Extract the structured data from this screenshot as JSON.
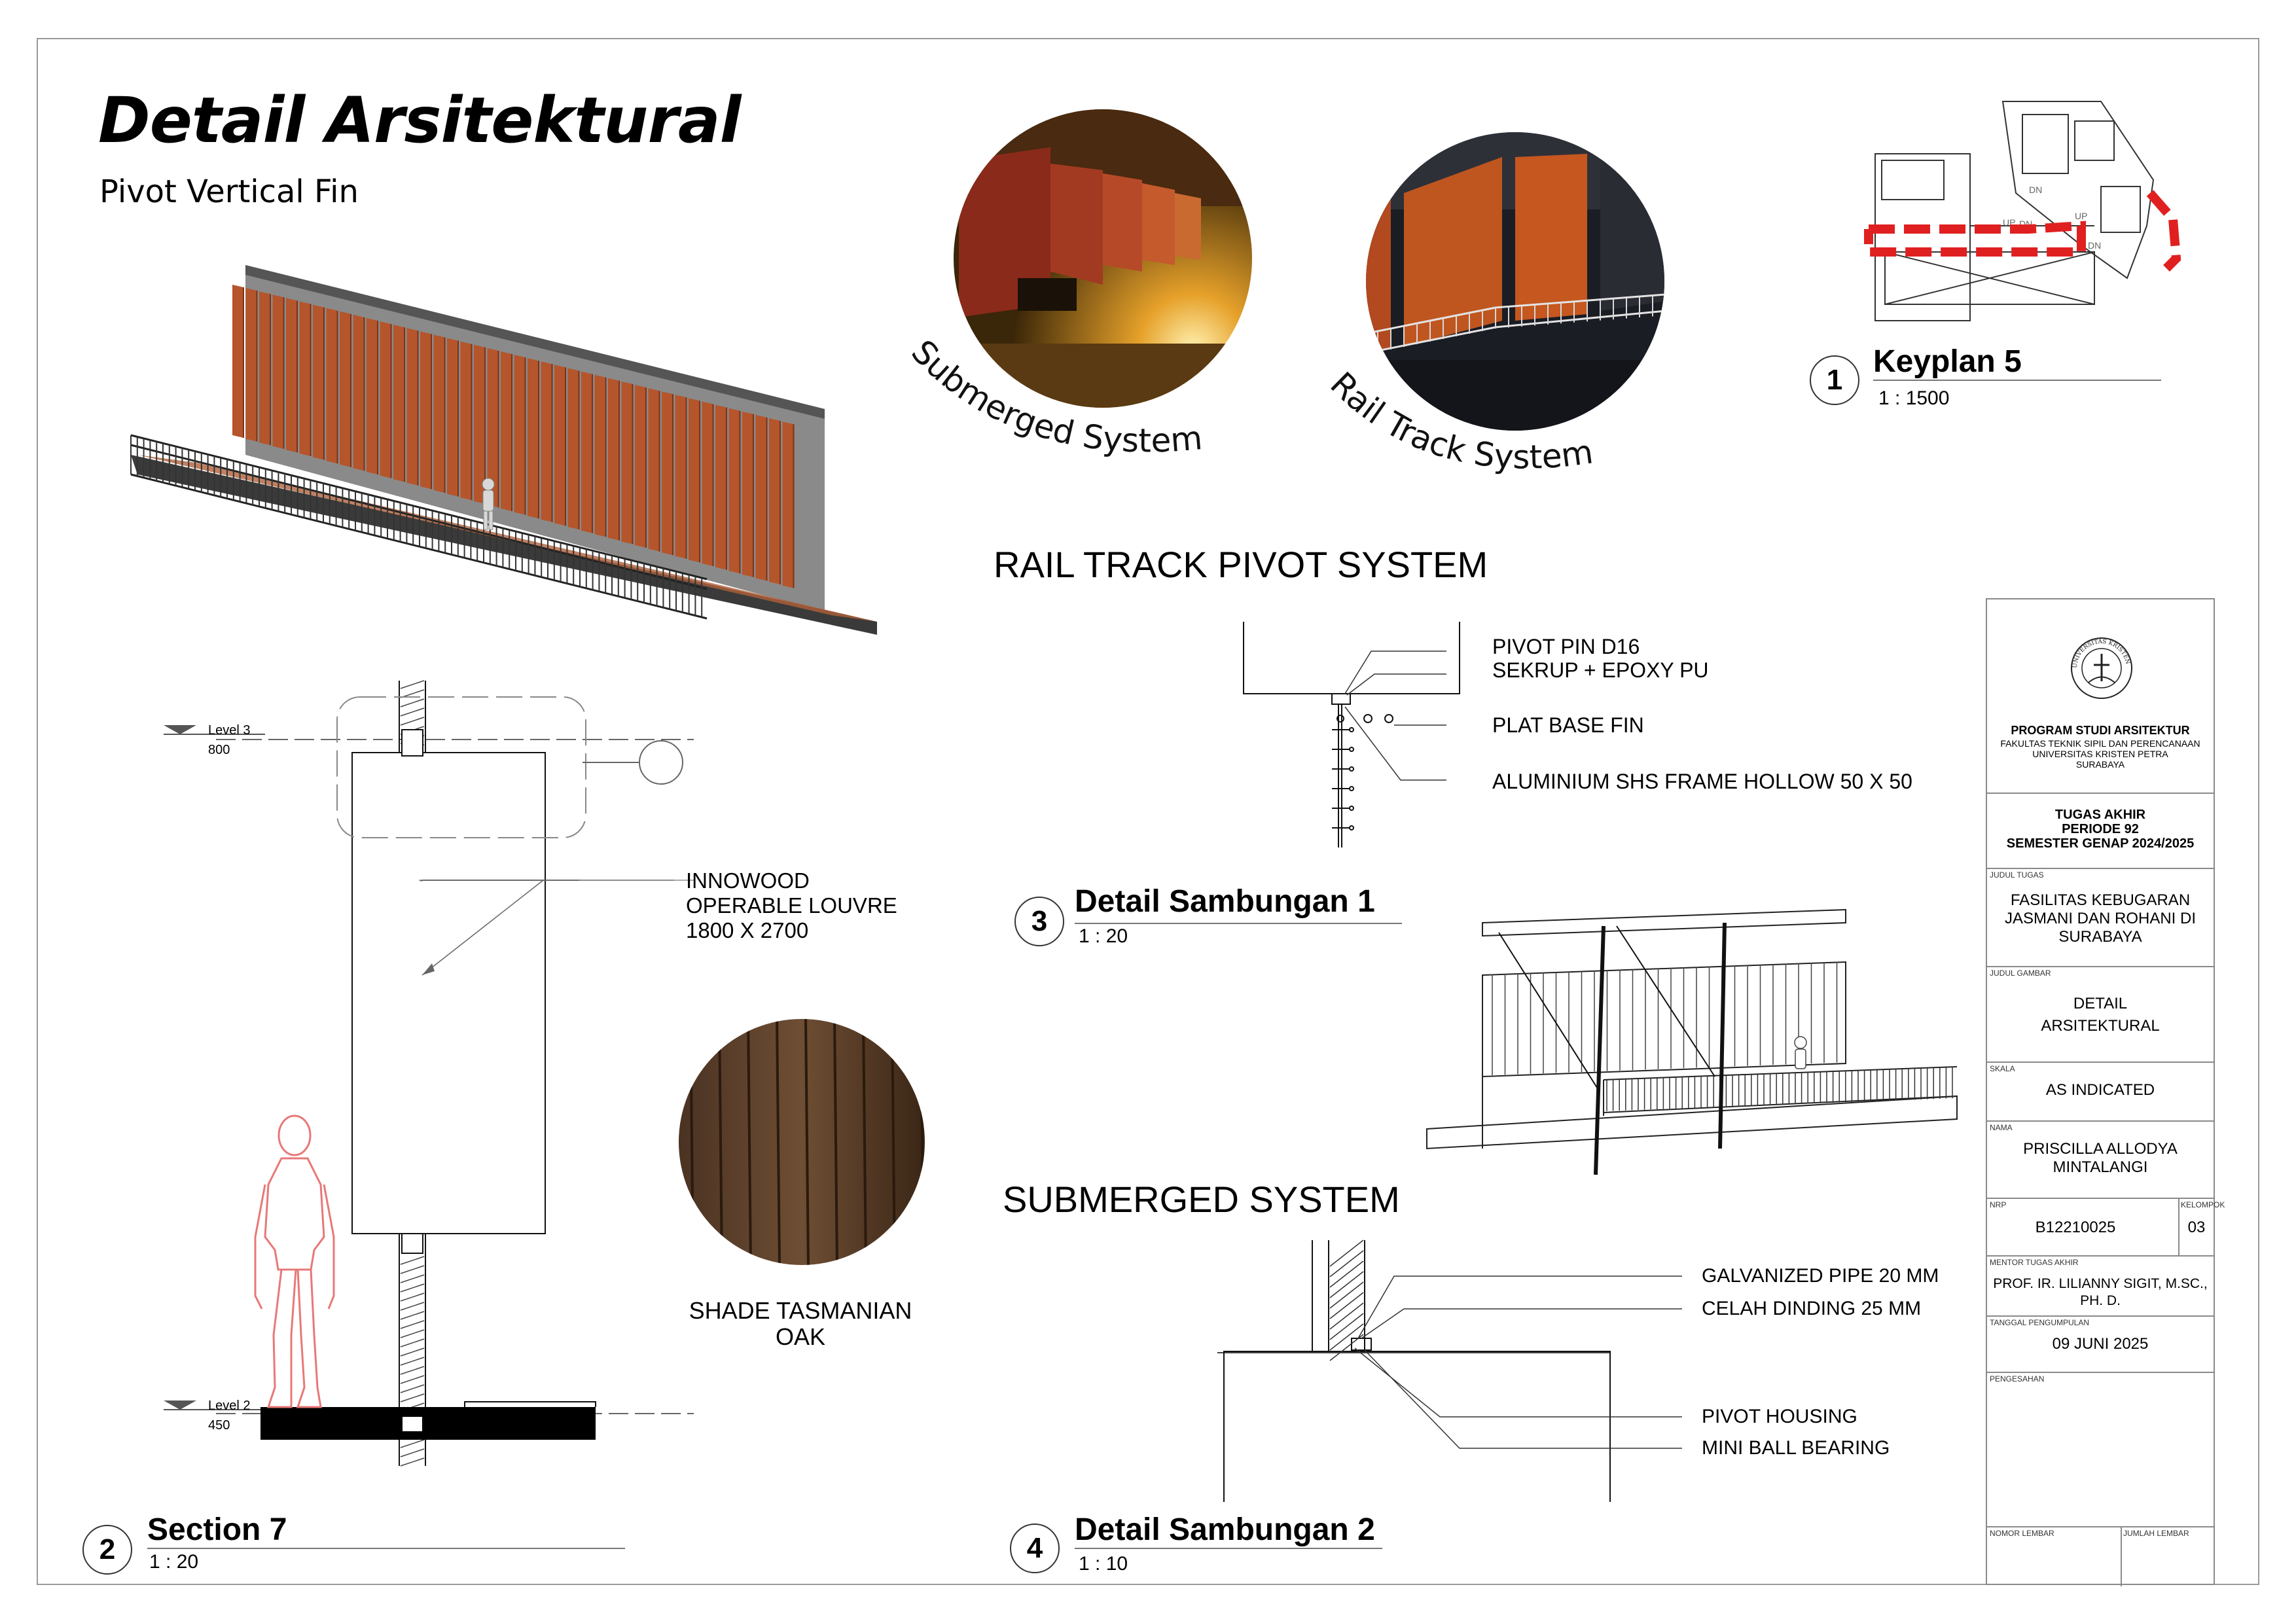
{
  "header": {
    "title": "Detail Arsitektural",
    "subtitle": "Pivot Vertical Fin"
  },
  "renders": {
    "submerged_label": "Submerged System",
    "rail_label": "Rail Track System"
  },
  "keyplan": {
    "number": "1",
    "title": "Keyplan 5",
    "scale": "1 : 1500",
    "plan_labels": [
      "DN",
      "UP",
      "DN",
      "DN",
      "UP"
    ]
  },
  "rail_track": {
    "heading": "RAIL TRACK PIVOT SYSTEM",
    "callouts": [
      "PIVOT PIN D16",
      "SEKRUP + EPOXY PU",
      "PLAT BASE FIN",
      "ALUMINIUM SHS FRAME HOLLOW 50 X 50"
    ]
  },
  "detail1": {
    "number": "3",
    "title": "Detail Sambungan 1",
    "scale": "1 : 20"
  },
  "section": {
    "number": "2",
    "title": "Section 7",
    "scale": "1 : 20",
    "level_top_name": "Level 3",
    "level_top_value": "800",
    "level_bottom_name": "Level 2",
    "level_bottom_value": "450",
    "louvre_line1": "INNOWOOD",
    "louvre_line2": "OPERABLE LOUVRE",
    "louvre_line3": "1800 X 2700",
    "material_line1": "SHADE TASMANIAN",
    "material_line2": "OAK"
  },
  "submerged": {
    "heading": "SUBMERGED SYSTEM",
    "callouts": [
      "GALVANIZED PIPE 20 MM",
      "CELAH DINDING 25 MM",
      "PIVOT HOUSING",
      "MINI BALL BEARING"
    ]
  },
  "detail2": {
    "number": "4",
    "title": "Detail Sambungan 2",
    "scale": "1 : 10"
  },
  "title_block": {
    "logo_text": "UNIVERSITAS KRISTEN PETRA",
    "program": "PROGRAM STUDI ARSITEKTUR",
    "faculty": "FAKULTAS TEKNIK SIPIL DAN PERENCANAAN",
    "university": "UNIVERSITAS KRISTEN PETRA",
    "city": "SURABAYA",
    "task_line1": "TUGAS AKHIR",
    "task_line2": "PERIODE 92",
    "task_line3": "SEMESTER GENAP 2024/2025",
    "judul_tugas_label": "JUDUL TUGAS",
    "judul_tugas_1": "FASILITAS KEBUGARAN",
    "judul_tugas_2": "JASMANI DAN ROHANI DI",
    "judul_tugas_3": "SURABAYA",
    "judul_gambar_label": "JUDUL GAMBAR",
    "judul_gambar_1": "DETAIL",
    "judul_gambar_2": "ARSITEKTURAL",
    "skala_label": "SKALA",
    "skala": "AS INDICATED",
    "nama_label": "NAMA",
    "nama_1": "PRISCILLA ALLODYA",
    "nama_2": "MINTALANGI",
    "nrp_label": "NRP",
    "nrp": "B12210025",
    "kelompok_label": "KELOMPOK",
    "kelompok": "03",
    "mentor_label": "MENTOR TUGAS AKHIR",
    "mentor_1": "PROF. IR. LILIANNY SIGIT, M.SC.,",
    "mentor_2": "PH. D.",
    "tanggal_label": "TANGGAL PENGUMPULAN",
    "tanggal": "09 JUNI 2025",
    "pengesahan_label": "PENGESAHAN",
    "nomor_label": "NOMOR LEMBAR",
    "jumlah_label": "JUMLAH LEMBAR"
  },
  "colors": {
    "wood": "#b5552c",
    "wood_dark": "#7a3318",
    "accent_red": "#e02020",
    "figure_red": "#e87878",
    "border": "#9a9a9a"
  }
}
